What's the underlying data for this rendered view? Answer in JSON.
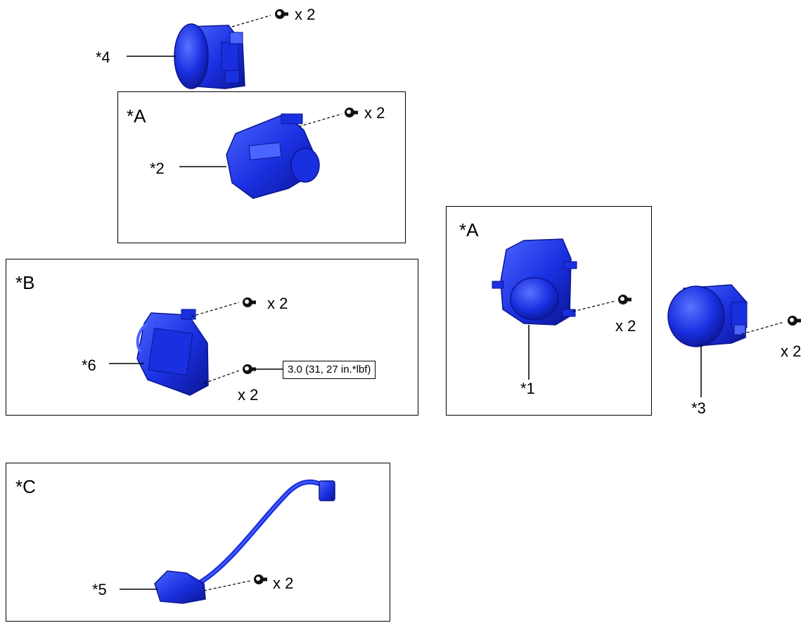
{
  "groups": {
    "a_upper": {
      "title": "*A"
    },
    "a_right": {
      "title": "*A"
    },
    "b": {
      "title": "*B"
    },
    "c": {
      "title": "*C"
    }
  },
  "callouts": {
    "p1": "*1",
    "p2": "*2",
    "p3": "*3",
    "p4": "*4",
    "p5": "*5",
    "p6": "*6"
  },
  "qty": {
    "p4_screws": "x 2",
    "p2_screws": "x 2",
    "p6_screws_top": "x 2",
    "p6_screws_bottom": "x 2",
    "p1_screws": "x 2",
    "p3_screws": "x 2",
    "p5_screws": "x 2"
  },
  "torque_spec": "3.0 (31, 27 in.*lbf)",
  "colors": {
    "part": "#1a2fe0",
    "part_dark": "#0b1690",
    "part_light": "#4a64ff",
    "line": "#000000"
  },
  "icons": [
    "screw-icon",
    "dashed-leader"
  ]
}
